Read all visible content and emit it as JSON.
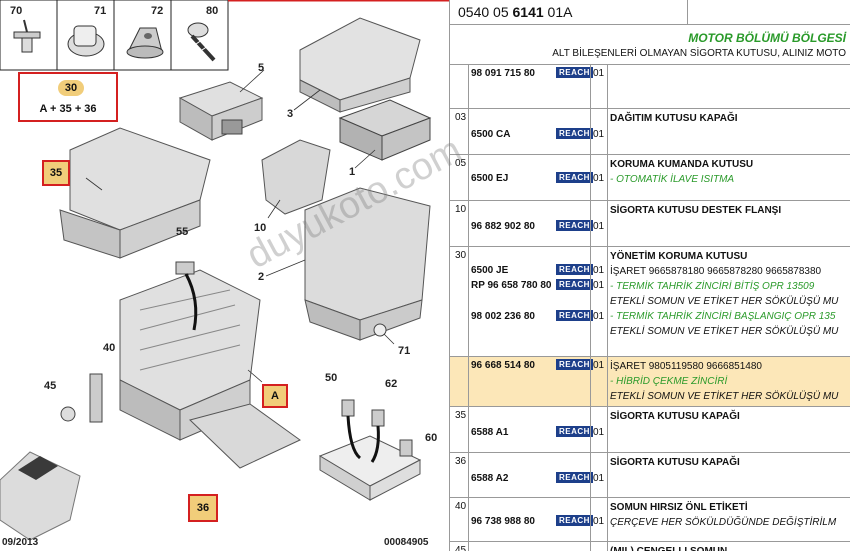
{
  "diagram": {
    "fasteners": [
      "70",
      "71",
      "72",
      "80"
    ],
    "formula_num": "30",
    "formula": "A + 35 + 36",
    "labels": {
      "l5": "5",
      "l3": "3",
      "l1": "1",
      "l35": "35",
      "l10": "10",
      "l2": "2",
      "l55": "55",
      "l40": "40",
      "l45": "45",
      "l71": "71",
      "lA": "A",
      "l50": "50",
      "l62": "62",
      "l60": "60",
      "l36": "36"
    },
    "date": "09/2013",
    "ref": "00084905",
    "watermark": "duyukoto.com"
  },
  "header": {
    "code_pre": "0540 05 ",
    "code_bold": "6141",
    "code_post": " 01A"
  },
  "title": {
    "main": "MOTOR BÖLÜMÜ BÖLGESİ",
    "sub": "ALT BİLEŞENLERİ OLMAYAN SİGORTA KUTUSU, ALINIZ MOTO"
  },
  "rows": [
    {
      "no": "",
      "ref": "98 091 715 80",
      "reach": "REACH",
      "qty": "01",
      "lines": []
    },
    {
      "no": "03",
      "ref": "6500 CA",
      "reach": "REACH",
      "qty": "01",
      "lines": [
        {
          "t": "DAĞITIM KUTUSU KAPAĞI",
          "s": "b"
        }
      ]
    },
    {
      "no": "05",
      "ref": "6500 EJ",
      "reach": "REACH",
      "qty": "01",
      "lines": [
        {
          "t": "KORUMA KUMANDA KUTUSU",
          "s": "b"
        },
        {
          "t": "- OTOMATİK İLAVE ISITMA",
          "s": "g"
        }
      ]
    },
    {
      "no": "10",
      "ref": "96 882 902 80",
      "reach": "REACH",
      "qty": "01",
      "lines": [
        {
          "t": "SİGORTA KUTUSU DESTEK FLANŞI",
          "s": "b"
        }
      ]
    },
    {
      "no": "30",
      "ref": "6500 JE",
      "ref2": "RP 96 658 780 80",
      "ref3": "98 002 236 80",
      "reach": "REACH",
      "qty": "01",
      "lines": [
        {
          "t": "YÖNETİM KORUMA KUTUSU",
          "s": "b"
        },
        {
          "t": "İŞARET 9665878180 9665878280 9665878380",
          "s": ""
        },
        {
          "t": "- TERMİK TAHRİK ZİNCİRİ BİTİŞ OPR 13509",
          "s": "g"
        },
        {
          "t": "ETEKLİ SOMUN VE ETİKET HER SÖKÜLÜŞÜ MU",
          "s": "i"
        },
        {
          "t": "- TERMİK TAHRİK ZİNCİRİ BAŞLANGIÇ OPR 135",
          "s": "g"
        },
        {
          "t": "ETEKLİ SOMUN VE ETİKET HER SÖKÜLÜŞÜ MU",
          "s": "i"
        }
      ]
    },
    {
      "no": "",
      "ref": "96 668 514 80",
      "reach": "REACH",
      "qty": "01",
      "lines": [
        {
          "t": "İŞARET 9805119580 9666851480",
          "s": ""
        },
        {
          "t": "- HİBRİD ÇEKME ZİNCİRİ",
          "s": "g"
        },
        {
          "t": "ETEKLİ SOMUN VE ETİKET HER SÖKÜLÜŞÜ MU",
          "s": "i"
        }
      ]
    },
    {
      "no": "35",
      "ref": "6588 A1",
      "reach": "REACH",
      "qty": "01",
      "lines": [
        {
          "t": "SİGORTA KUTUSU KAPAĞI",
          "s": "b"
        }
      ]
    },
    {
      "no": "36",
      "ref": "6588 A2",
      "reach": "REACH",
      "qty": "01",
      "lines": [
        {
          "t": "SİGORTA KUTUSU KAPAĞI",
          "s": "b"
        }
      ]
    },
    {
      "no": "40",
      "ref": "96 738 988 80",
      "reach": "REACH",
      "qty": "01",
      "lines": [
        {
          "t": "SOMUN HIRSIZ ÖNL ETİKETİ",
          "s": "b"
        },
        {
          "t": "ÇERÇEVE HER SÖKÜLDÜĞÜNDE DEĞİŞTİRİLM",
          "s": "i"
        }
      ]
    },
    {
      "no": "45",
      "ref": "",
      "reach": "",
      "qty": "",
      "lines": [
        {
          "t": "(MIL) CENGELLI SOMUN",
          "s": "b"
        }
      ]
    }
  ]
}
